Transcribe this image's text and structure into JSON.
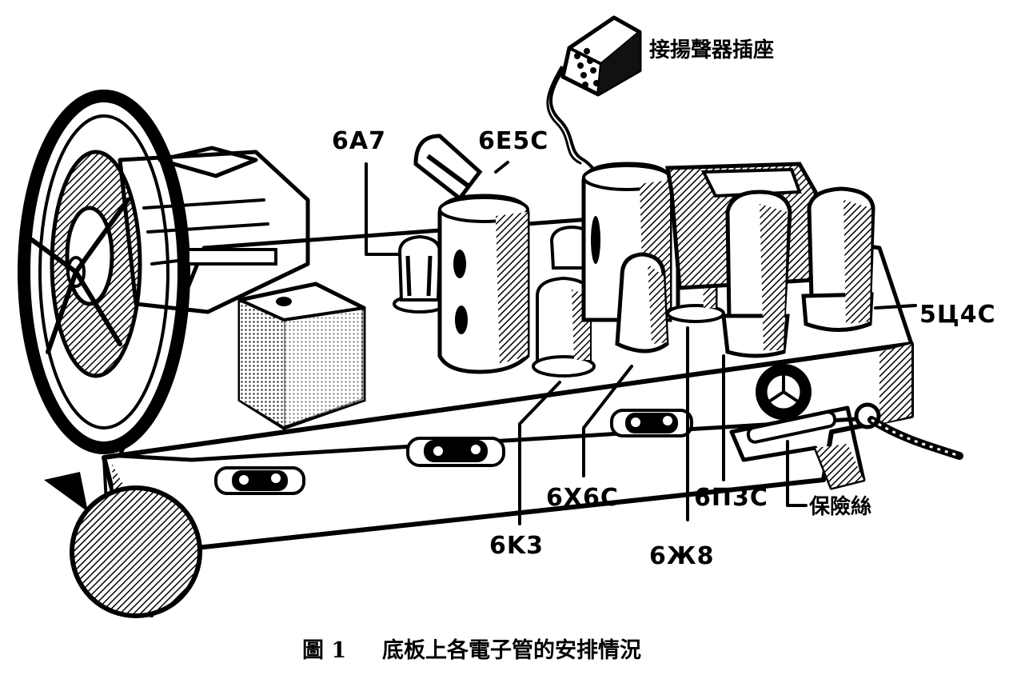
{
  "figure": {
    "caption_number": "圖 1",
    "caption_text": "底板上各電子管的安排情況",
    "colors": {
      "ink": "#000000",
      "paper": "#ffffff",
      "shade": "#222222"
    }
  },
  "labels": {
    "speaker_socket": "接揚聲器插座",
    "fuse": "保險絲",
    "tube_6A7": "6A7",
    "tube_6E5C": "6E5C",
    "tube_5U4C": "5Ц4C",
    "tube_6X6C": "6X6C",
    "tube_6K3": "6K3",
    "tube_6P3C": "6П3C",
    "tube_6ZH8": "6Ж8"
  }
}
